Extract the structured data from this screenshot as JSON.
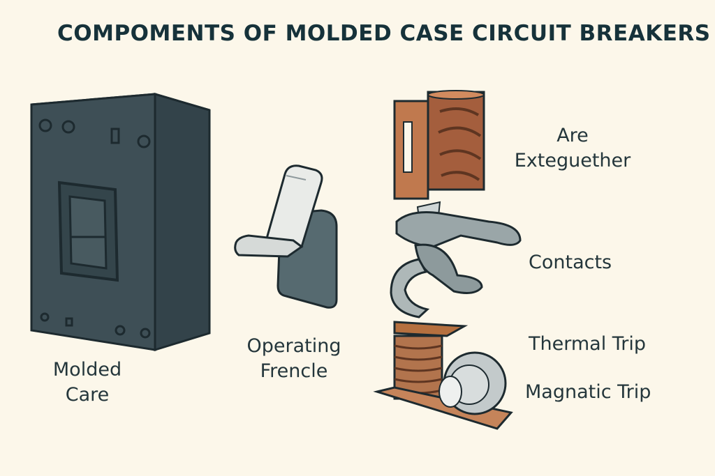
{
  "title": "COMPOMENTS OF MOLDED CASE CIRCUIT BREAKERS",
  "labels": {
    "molded_case": [
      "Molded",
      "Care"
    ],
    "operating_handle": [
      "Operating",
      "Frencle"
    ],
    "arc_extinguisher": [
      "Are",
      "Exteguether"
    ],
    "contacts": "Contacts",
    "thermal_trip": "Thermal Trip",
    "magnetic_trip": "Magnatic Trip"
  },
  "colors": {
    "background": "#fcf7ea",
    "case_dark": "#3b4b52",
    "copper": "#b06a46",
    "metal": "#9aa6a8"
  }
}
